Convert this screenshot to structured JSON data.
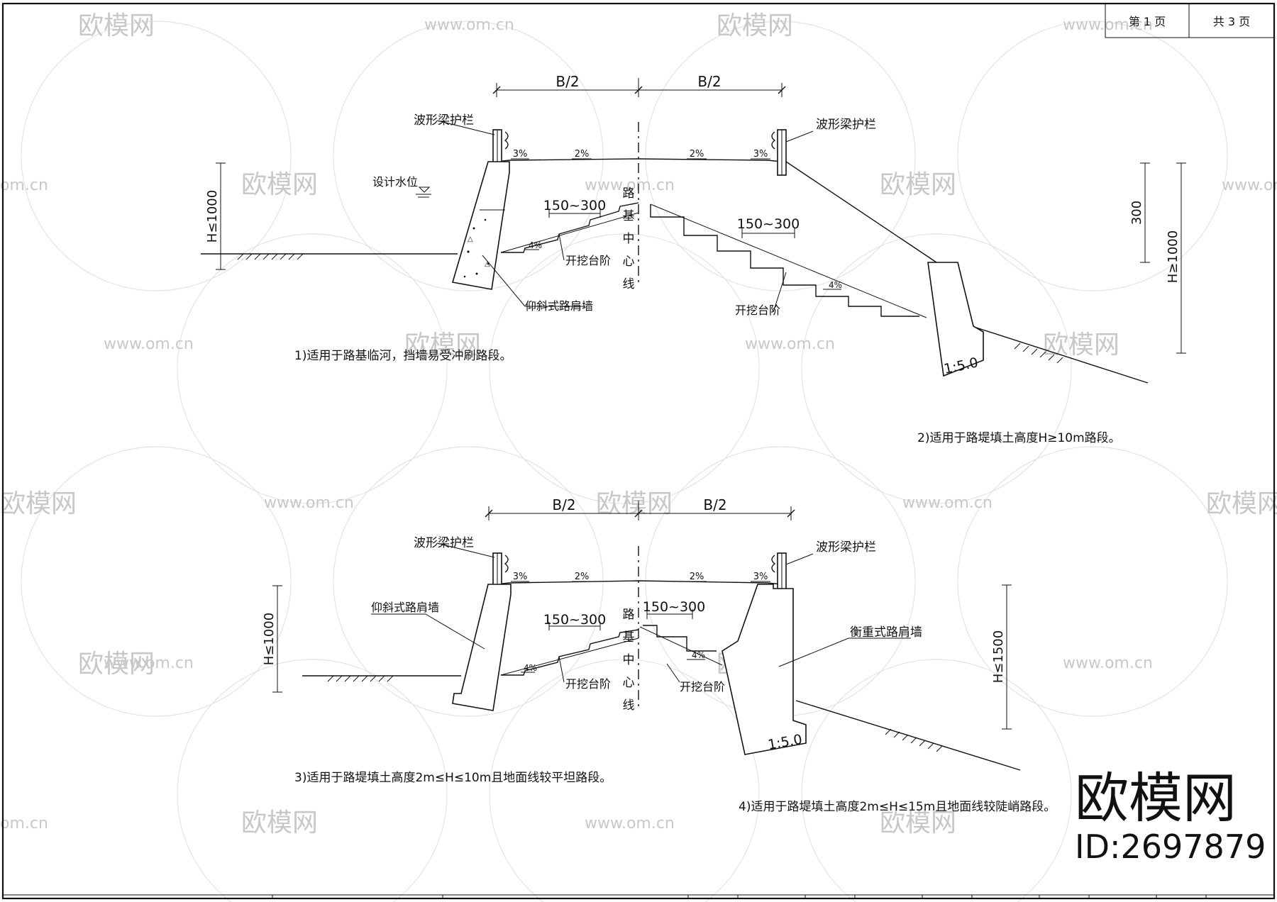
{
  "title_block": {
    "sheet_label": "第 1 页",
    "total_label": "共 3 页"
  },
  "watermarks": {
    "brand": "欧模网",
    "site": "www.om.cn",
    "site_short": "om.cn",
    "large_brand": "欧模网",
    "id_text": "ID:2697879"
  },
  "diagram1": {
    "width_left": "B/2",
    "width_right": "B/2",
    "guardrail_left": "波形梁护栏",
    "guardrail_right": "波形梁护栏",
    "slope_shoulder_left": "3%",
    "slope_road_left": "2%",
    "slope_road_right": "2%",
    "slope_shoulder_right": "3%",
    "water_level": "设计水位",
    "height_left": "H≤1000",
    "step_width_left": "150~300",
    "step_width_right": "150~300",
    "step_slope_left": "4%",
    "step_slope_right": "4%",
    "steps_left": "开挖台阶",
    "steps_right": "开挖台阶",
    "wall_left": "仰斜式路肩墙",
    "centerline": [
      "路",
      "基",
      "中",
      "心",
      "线"
    ],
    "dim_300": "300",
    "height_right": "H≥1000",
    "ratio": "1:5.0",
    "note_1": "1)适用于路基临河，挡墙易受冲刷路段。",
    "note_2": "2)适用于路堤填土高度H≥10m路段。"
  },
  "diagram2": {
    "width_left": "B/2",
    "width_right": "B/2",
    "guardrail_left": "波形梁护栏",
    "guardrail_right": "波形梁护栏",
    "slope_shoulder_left": "3%",
    "slope_road_left": "2%",
    "slope_road_right": "2%",
    "slope_shoulder_right": "3%",
    "height_left": "H≤1000",
    "wall_left": "仰斜式路肩墙",
    "step_width_left": "150~300",
    "step_width_right": "150~300",
    "step_slope_left": "4%",
    "step_slope_right": "4%",
    "steps_left": "开挖台阶",
    "steps_right": "开挖台阶",
    "centerline": [
      "路",
      "基",
      "中",
      "心",
      "线"
    ],
    "wall_right": "衡重式路肩墙",
    "height_right": "H≤1500",
    "ratio": "1:5.0",
    "note_3": "3)适用于路堤填土高度2m≤H≤10m且地面线较平坦路段。",
    "note_4": "4)适用于路堤填土高度2m≤H≤15m且地面线较陡峭路段。"
  }
}
